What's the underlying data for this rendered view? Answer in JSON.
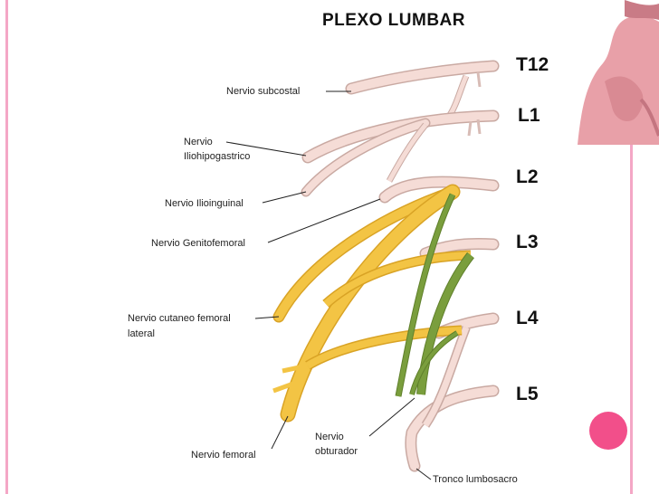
{
  "title": "PLEXO LUMBAR",
  "levels": [
    "T12",
    "L1",
    "L2",
    "L3",
    "L4",
    "L5"
  ],
  "labels": {
    "subcostal": "Nervio subcostal",
    "iliohipo_1": "Nervio",
    "iliohipo_2": "Iliohipogastrico",
    "ilioinguinal": "Nervio Ilioinguinal",
    "genitofemoral": "Nervio Genitofemoral",
    "cutaneo_1": "Nervio cutaneo femoral",
    "cutaneo_2": "lateral",
    "femoral": "Nervio femoral",
    "obturador_1": "Nervio",
    "obturador_2": "obturador",
    "lumbosacro": "Tronco lumbosacro"
  },
  "colors": {
    "nerve_pale": "#f5dcd6",
    "nerve_pale_stroke": "#c9a9a2",
    "femoral_yellow": "#f3c444",
    "obturator_green": "#7a9e3d",
    "accent_pink": "#f24f8a",
    "border_pink": "#f4a7c6"
  }
}
